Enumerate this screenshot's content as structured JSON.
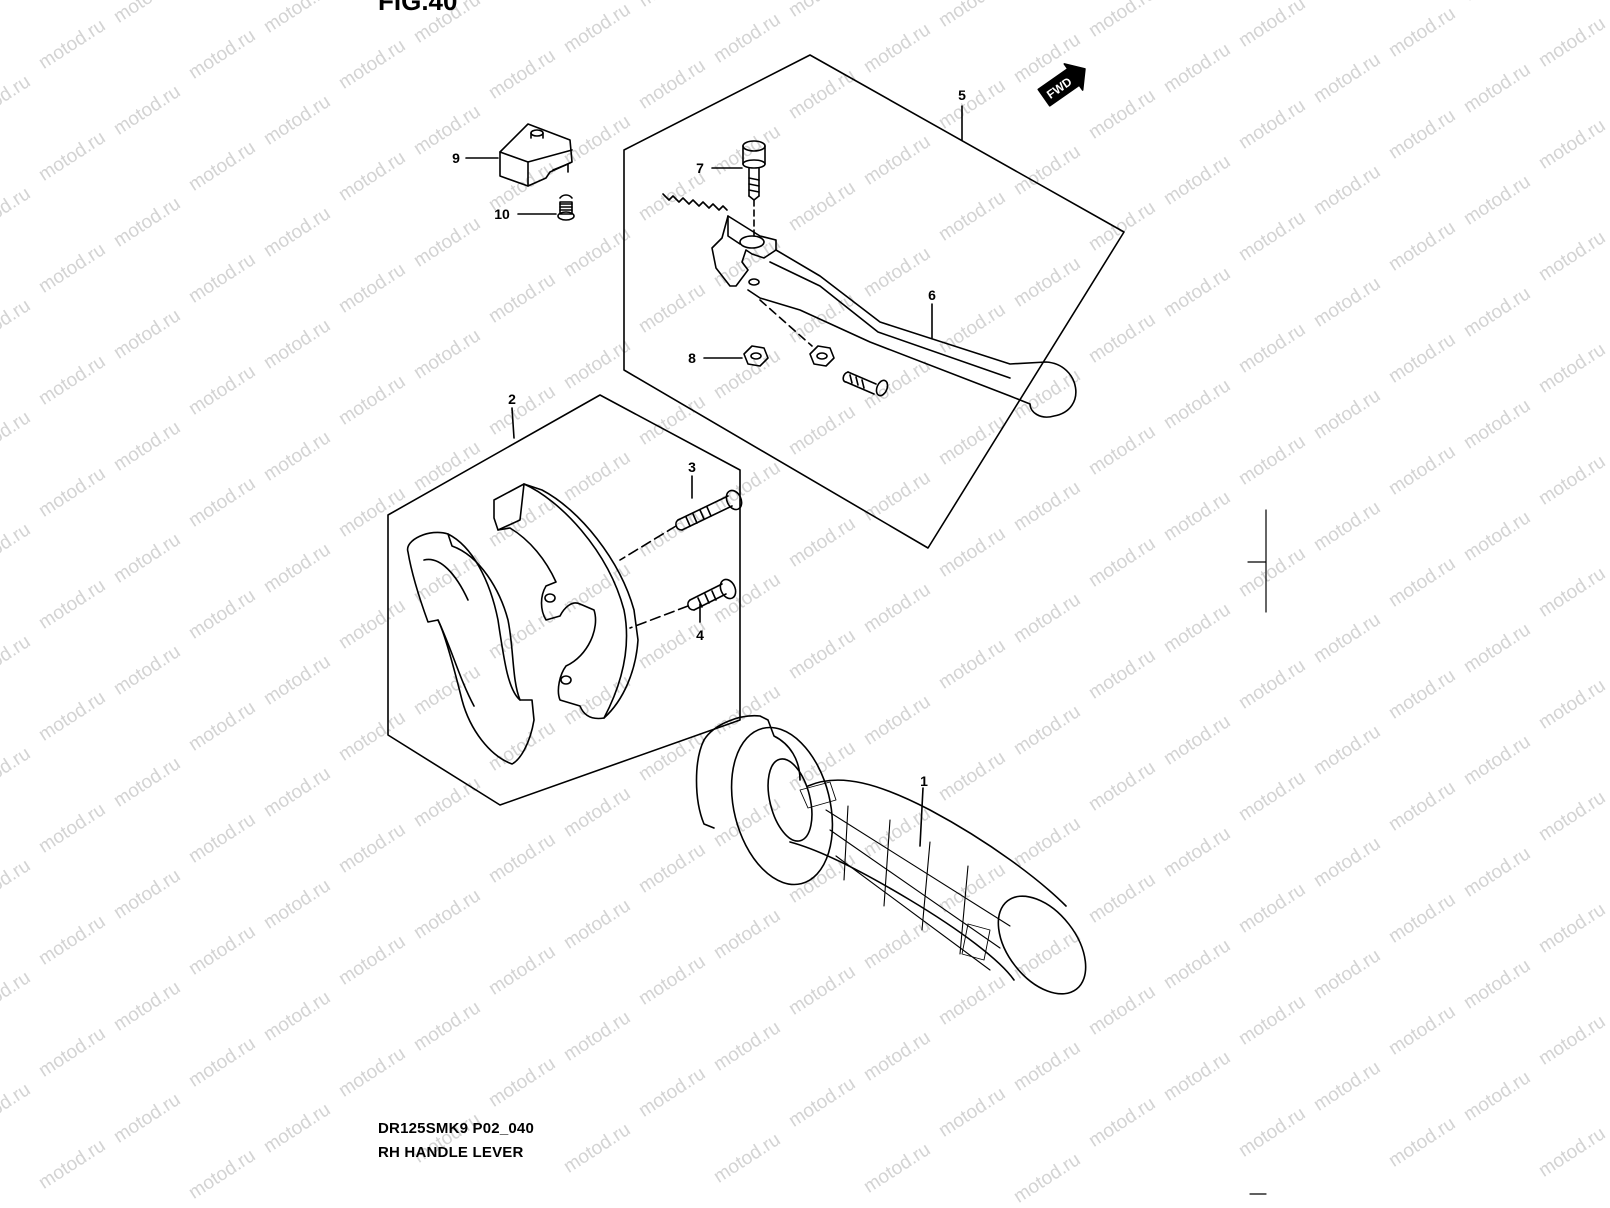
{
  "figure": {
    "title": "FIG.40",
    "code": "DR125SMK9 P02_040",
    "name": "RH HANDLE LEVER"
  },
  "watermark": "motod.ru",
  "direction_badge": "FWD",
  "callouts": [
    {
      "id": "callout-1",
      "label": "1"
    },
    {
      "id": "callout-2",
      "label": "2"
    },
    {
      "id": "callout-3",
      "label": "3"
    },
    {
      "id": "callout-4",
      "label": "4"
    },
    {
      "id": "callout-5",
      "label": "5"
    },
    {
      "id": "callout-6",
      "label": "6"
    },
    {
      "id": "callout-7",
      "label": "7"
    },
    {
      "id": "callout-8",
      "label": "8"
    },
    {
      "id": "callout-9",
      "label": "9"
    },
    {
      "id": "callout-10",
      "label": "10"
    }
  ]
}
